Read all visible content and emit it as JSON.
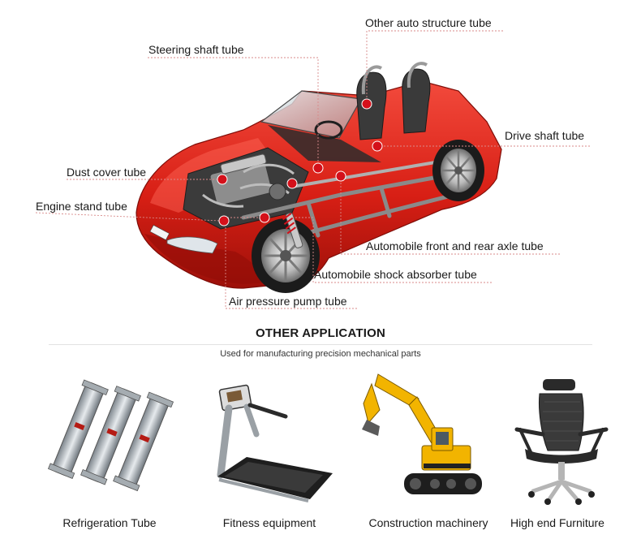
{
  "diagram": {
    "callouts": [
      {
        "id": "other-auto-structure-tube",
        "label": "Other auto structure tube"
      },
      {
        "id": "steering-shaft-tube",
        "label": "Steering shaft tube"
      },
      {
        "id": "drive-shaft-tube",
        "label": "Drive shaft tube"
      },
      {
        "id": "dust-cover-tube",
        "label": "Dust cover tube"
      },
      {
        "id": "engine-stand-tube",
        "label": "Engine stand tube"
      },
      {
        "id": "automobile-front-and-rear-axle-tube",
        "label": "Automobile front and rear axle tube"
      },
      {
        "id": "automobile-shock-absorber-tube",
        "label": "Automobile shock absorber tube"
      },
      {
        "id": "air-pressure-pump-tube",
        "label": "Air pressure pump tube"
      }
    ],
    "marker_color": "#d4101a",
    "car_color": "#e32418"
  },
  "other_application": {
    "title": "OTHER APPLICATION",
    "subtitle": "Used for manufacturing precision mechanical parts",
    "items": [
      {
        "label": "Refrigeration Tube",
        "icon": "refrigeration-tube-icon"
      },
      {
        "label": "Fitness equipment",
        "icon": "treadmill-icon"
      },
      {
        "label": "Construction machinery",
        "icon": "excavator-icon"
      },
      {
        "label": "High end Furniture",
        "icon": "office-chair-icon"
      }
    ]
  }
}
